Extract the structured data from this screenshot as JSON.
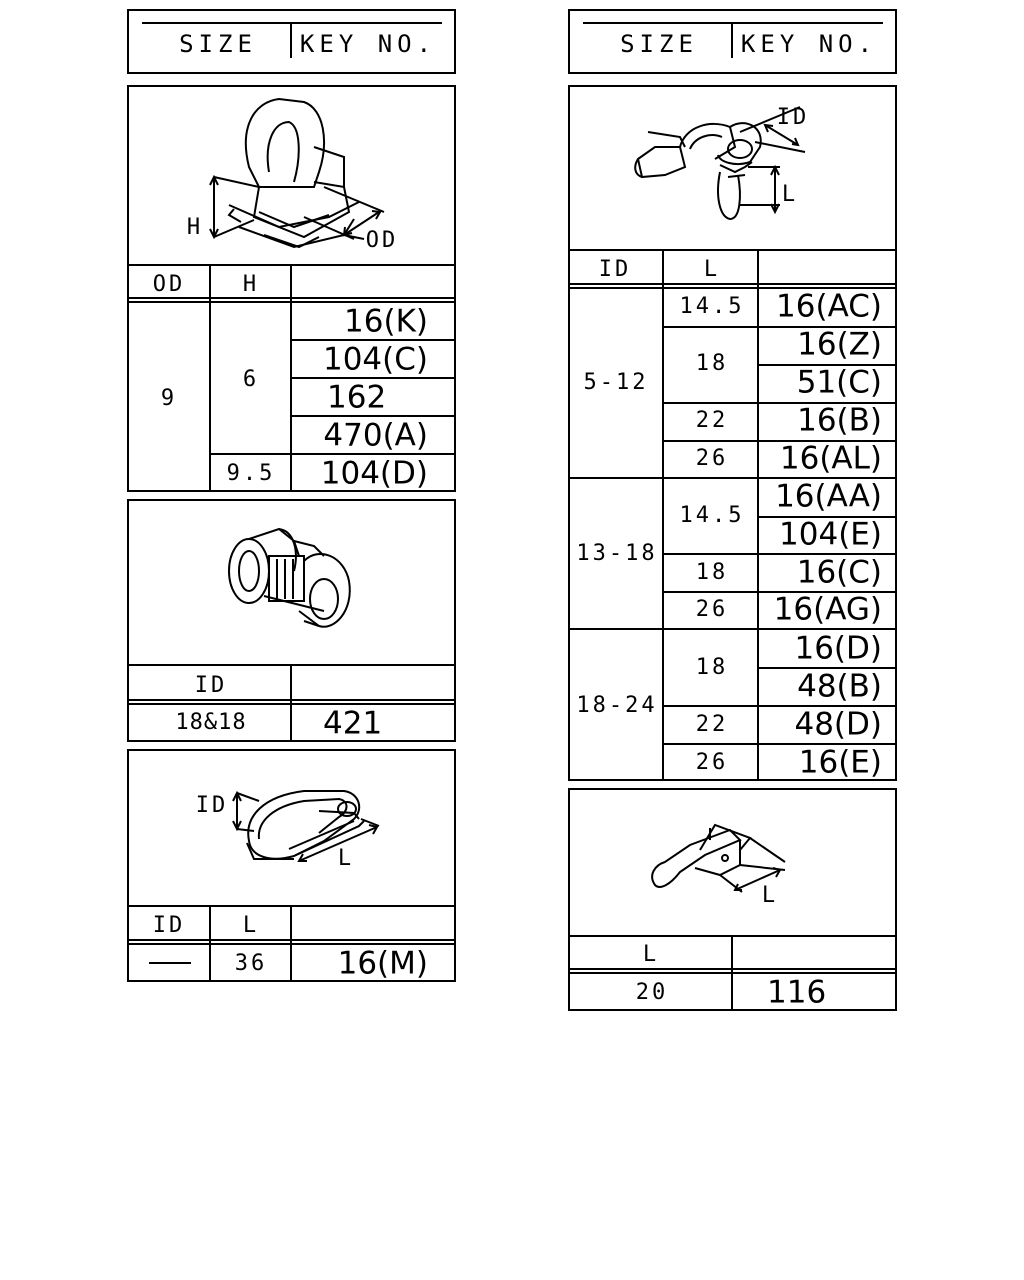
{
  "header": {
    "size": "SIZE",
    "key_no": "KEY NO."
  },
  "clip1": {
    "dims": {
      "h": "H",
      "od": "OD"
    },
    "cols": {
      "od": "OD",
      "h": "H"
    },
    "od": "9",
    "h6": "6",
    "h95": "9.5",
    "keys": [
      "16(K)",
      "104(C)",
      "162",
      "470(A)",
      "104(D)"
    ]
  },
  "clip2": {
    "cols": {
      "id": "ID"
    },
    "id": "18&18",
    "key": "421"
  },
  "clip3": {
    "dims": {
      "id": "ID",
      "l": "L"
    },
    "cols": {
      "id": "ID",
      "l": "L"
    },
    "l": "36",
    "key": "16(M)"
  },
  "clip4": {
    "dims": {
      "id": "ID",
      "l": "L"
    },
    "cols": {
      "id": "ID",
      "l": "L"
    },
    "groups": [
      {
        "id": "5-12",
        "l": [
          "14.5",
          "18",
          "22",
          "26"
        ],
        "keys": [
          "16(AC)",
          "16(Z)",
          "51(C)",
          "16(B)",
          "16(AL)"
        ]
      },
      {
        "id": "13-18",
        "l": [
          "14.5",
          "18",
          "26"
        ],
        "keys": [
          "16(AA)",
          "104(E)",
          "16(C)",
          "16(AG)"
        ]
      },
      {
        "id": "18-24",
        "l": [
          "18",
          "22",
          "26"
        ],
        "keys": [
          "16(D)",
          "48(B)",
          "48(D)",
          "16(E)"
        ]
      }
    ]
  },
  "clip5": {
    "dims": {
      "l": "L"
    },
    "cols": {
      "l": "L"
    },
    "l": "20",
    "key": "116"
  }
}
